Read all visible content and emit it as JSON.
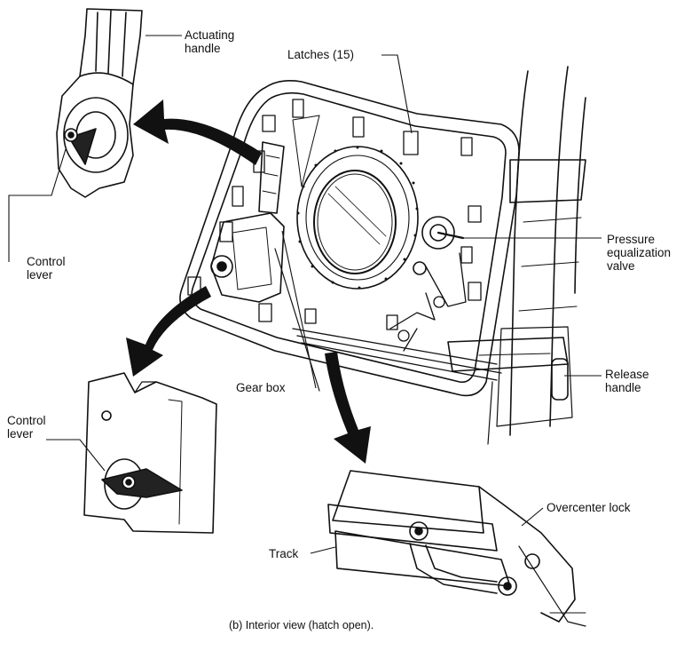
{
  "figure": {
    "caption": "(b)  Interior view (hatch open).",
    "labels": {
      "actuating_handle": [
        "Actuating",
        "handle"
      ],
      "latches": "Latches (15)",
      "control_lever_top": [
        "Control",
        "lever"
      ],
      "pressure_valve": [
        "Pressure",
        "equalization",
        "valve"
      ],
      "release_handle": [
        "Release",
        "handle"
      ],
      "gear_box": "Gear box",
      "control_lever_bottom": [
        "Control",
        "lever"
      ],
      "overcenter_lock": "Overcenter lock",
      "track": "Track"
    }
  }
}
